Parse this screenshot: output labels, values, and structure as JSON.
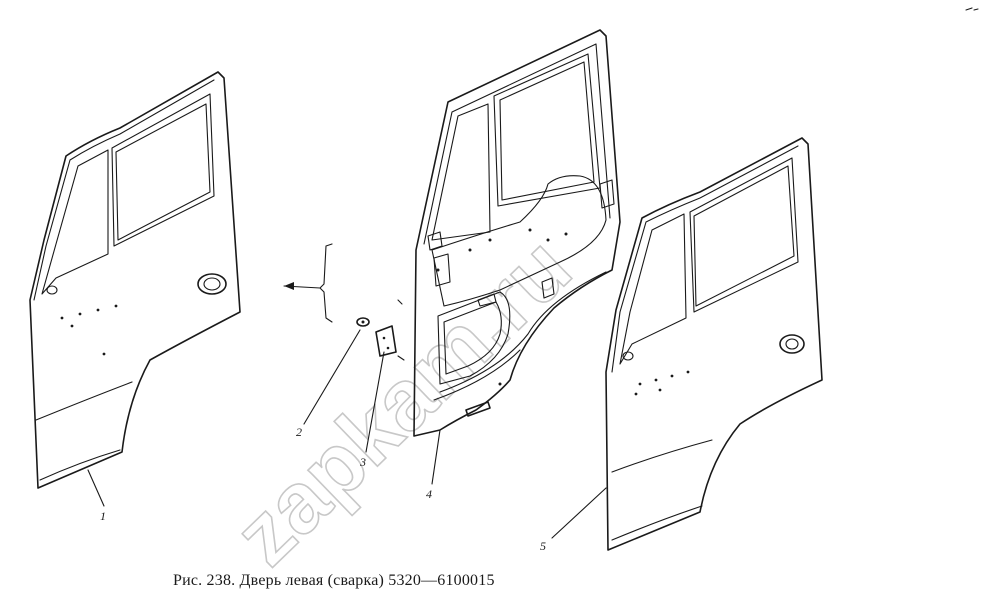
{
  "caption": "Рис. 238. Дверь левая (сварка) 5320—6100015",
  "watermark": "zapkam.ru",
  "callouts": [
    {
      "id": "1",
      "label": "1"
    },
    {
      "id": "2",
      "label": "2"
    },
    {
      "id": "3",
      "label": "3"
    },
    {
      "id": "4",
      "label": "4"
    },
    {
      "id": "5",
      "label": "5"
    }
  ],
  "colors": {
    "line": "#1a1a1a",
    "watermark": "#c8c8c8",
    "background": "#ffffff"
  }
}
